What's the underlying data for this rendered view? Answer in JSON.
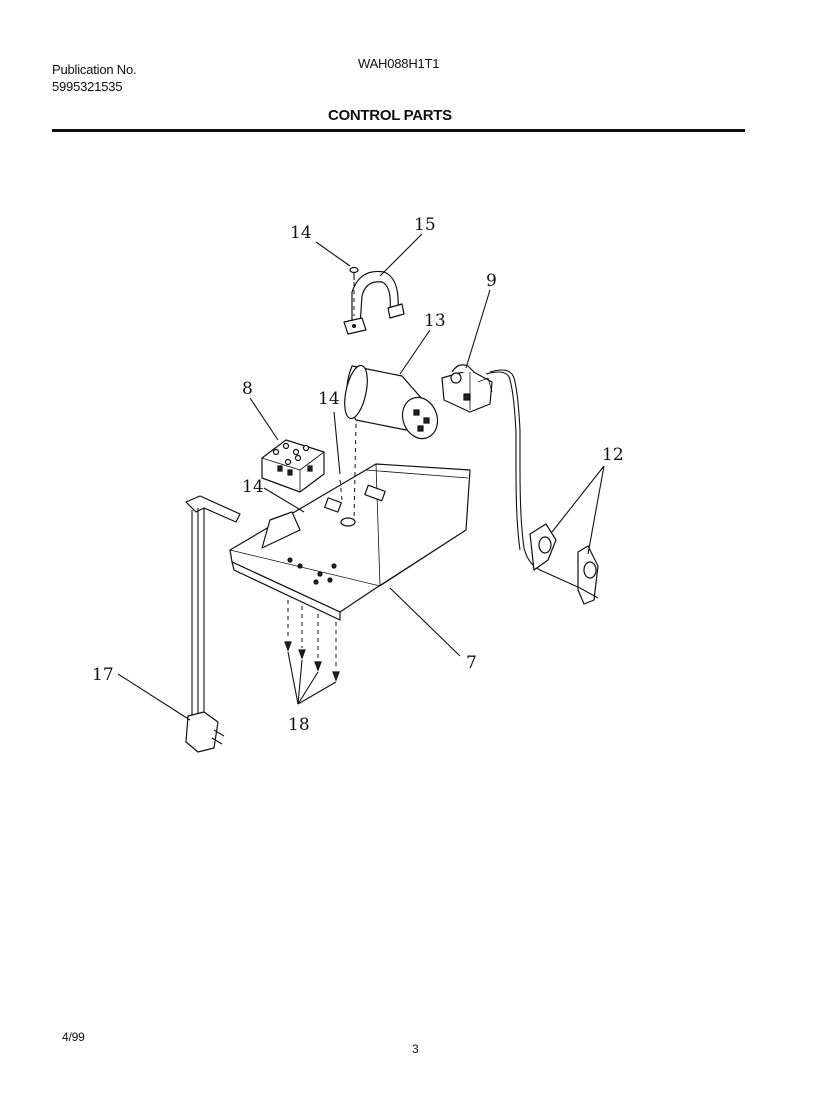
{
  "header": {
    "publication_label": "Publication No.",
    "publication_number": "5995321535",
    "model": "WAH088H1T1",
    "title": "CONTROL PARTS"
  },
  "footer": {
    "date": "4/99",
    "page": "3"
  },
  "callouts": {
    "c14a": "14",
    "c15": "15",
    "c13": "13",
    "c9": "9",
    "c8": "8",
    "c14b": "14",
    "c14c": "14",
    "c12": "12",
    "c7": "7",
    "c17": "17",
    "c18": "18"
  }
}
